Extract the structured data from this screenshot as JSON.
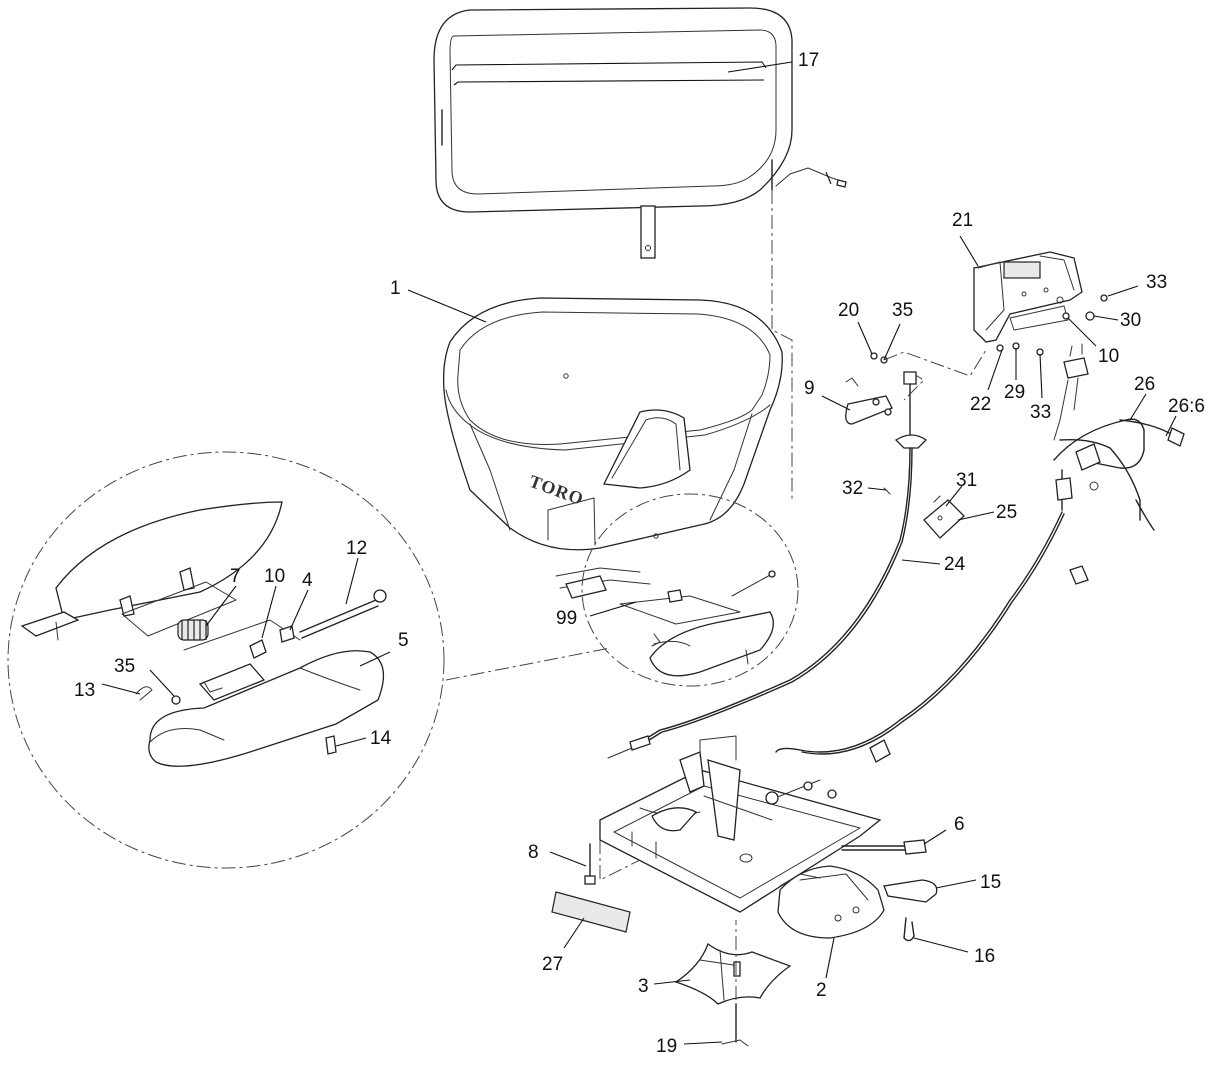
{
  "diagram": {
    "brand_mark": "TORO",
    "callouts": [
      {
        "id": "c-17",
        "label": "17"
      },
      {
        "id": "c-21",
        "label": "21"
      },
      {
        "id": "c-33a",
        "label": "33"
      },
      {
        "id": "c-1",
        "label": "1"
      },
      {
        "id": "c-20",
        "label": "20"
      },
      {
        "id": "c-35a",
        "label": "35"
      },
      {
        "id": "c-30",
        "label": "30"
      },
      {
        "id": "c-10a",
        "label": "10"
      },
      {
        "id": "c-9",
        "label": "9"
      },
      {
        "id": "c-22",
        "label": "22"
      },
      {
        "id": "c-29",
        "label": "29"
      },
      {
        "id": "c-33b",
        "label": "33"
      },
      {
        "id": "c-26",
        "label": "26"
      },
      {
        "id": "c-26-6",
        "label": "26:6"
      },
      {
        "id": "c-32",
        "label": "32"
      },
      {
        "id": "c-31",
        "label": "31"
      },
      {
        "id": "c-25",
        "label": "25"
      },
      {
        "id": "c-24",
        "label": "24"
      },
      {
        "id": "c-12",
        "label": "12"
      },
      {
        "id": "c-7",
        "label": "7"
      },
      {
        "id": "c-10b",
        "label": "10"
      },
      {
        "id": "c-4",
        "label": "4"
      },
      {
        "id": "c-99",
        "label": "99"
      },
      {
        "id": "c-5",
        "label": "5"
      },
      {
        "id": "c-35b",
        "label": "35"
      },
      {
        "id": "c-13",
        "label": "13"
      },
      {
        "id": "c-14",
        "label": "14"
      },
      {
        "id": "c-6",
        "label": "6"
      },
      {
        "id": "c-8",
        "label": "8"
      },
      {
        "id": "c-15",
        "label": "15"
      },
      {
        "id": "c-16",
        "label": "16"
      },
      {
        "id": "c-27",
        "label": "27"
      },
      {
        "id": "c-2",
        "label": "2"
      },
      {
        "id": "c-3",
        "label": "3"
      },
      {
        "id": "c-19",
        "label": "19"
      }
    ]
  }
}
